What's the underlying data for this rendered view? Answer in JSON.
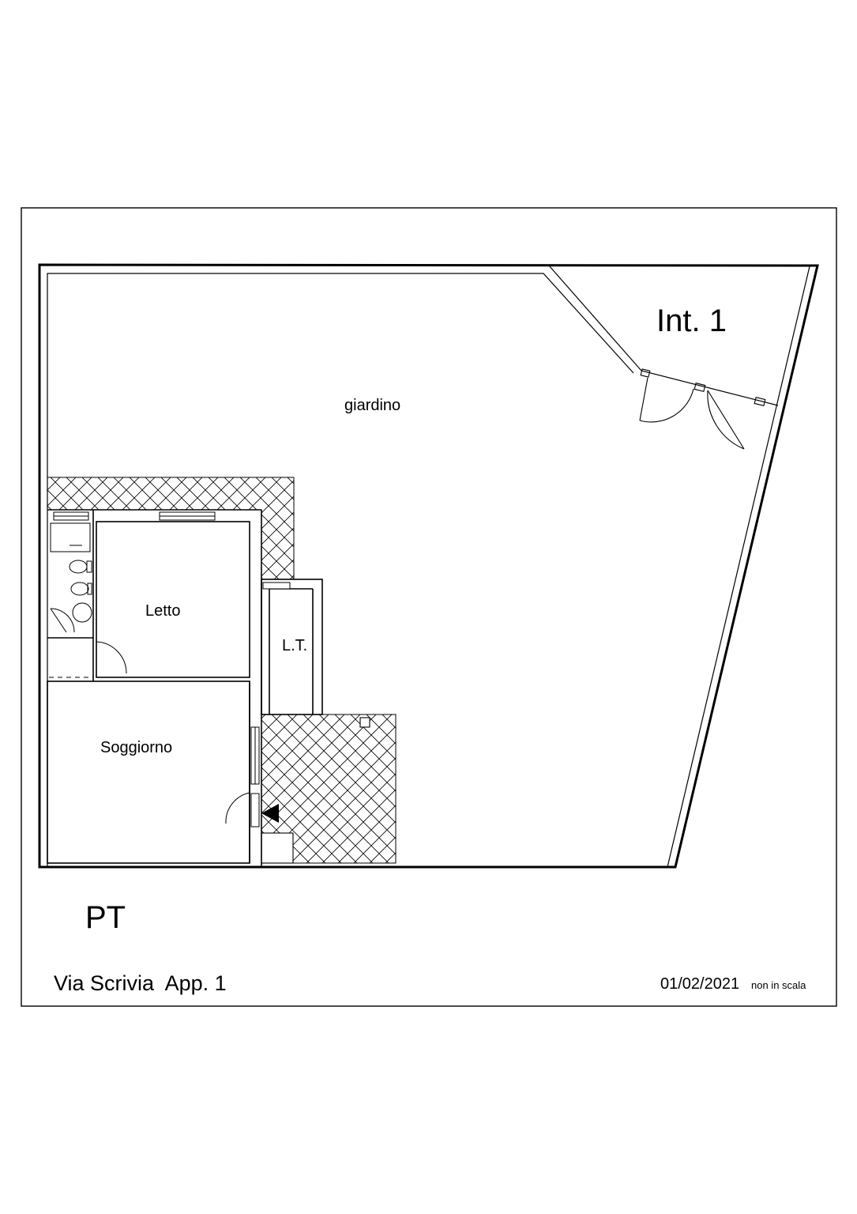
{
  "labels": {
    "unit": "Int. 1",
    "garden": "giardino",
    "bedroom": "Letto",
    "laundry": "L.T.",
    "living": "Soggiorno",
    "floor": "PT"
  },
  "footer": {
    "address": "Via Scrivia  App. 1",
    "date": "01/02/2021",
    "scale_note": "non in scala"
  }
}
